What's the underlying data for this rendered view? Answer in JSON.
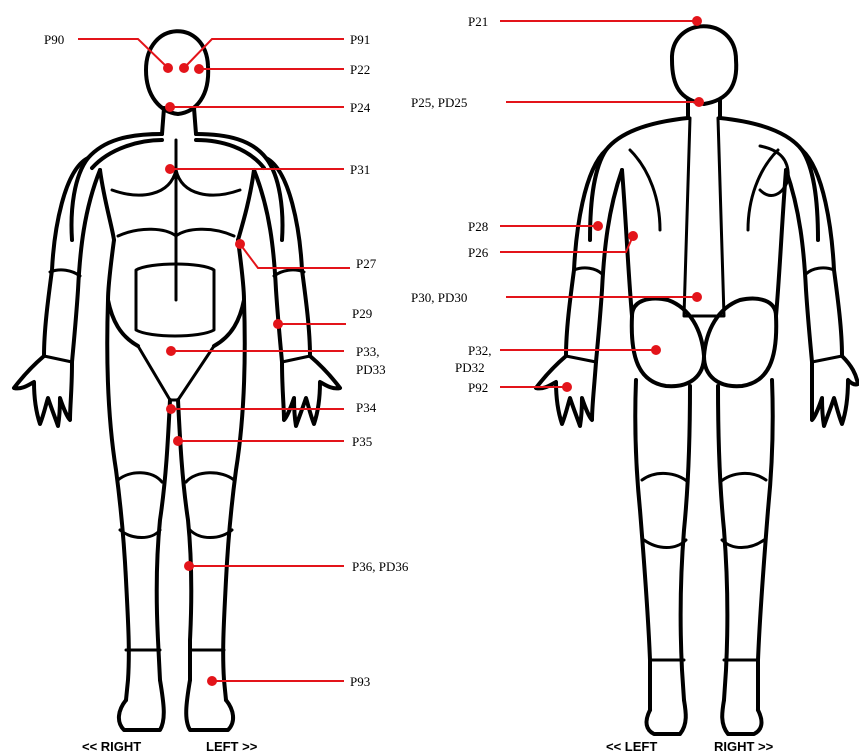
{
  "front": {
    "orientation_left": "<< RIGHT",
    "orientation_right": "LEFT >>",
    "labels": {
      "p90": "P90",
      "p91": "P91",
      "p22": "P22",
      "p24": "P24",
      "p31": "P31",
      "p27": "P27",
      "p29": "P29",
      "p33_line1": "P33,",
      "p33_line2": "PD33",
      "p34": "P34",
      "p35": "P35",
      "p36": "P36, PD36",
      "p93": "P93"
    }
  },
  "back": {
    "orientation_left": "<< LEFT",
    "orientation_right": "RIGHT >>",
    "labels": {
      "p21": "P21",
      "p25": "P25, PD25",
      "p28": "P28",
      "p26": "P26",
      "p30": "P30, PD30",
      "p32_line1": "P32,",
      "p32_line2": "PD32",
      "p92": "P92"
    }
  },
  "colors": {
    "marker": "#e3141a",
    "outline": "#000000",
    "background": "#ffffff"
  }
}
